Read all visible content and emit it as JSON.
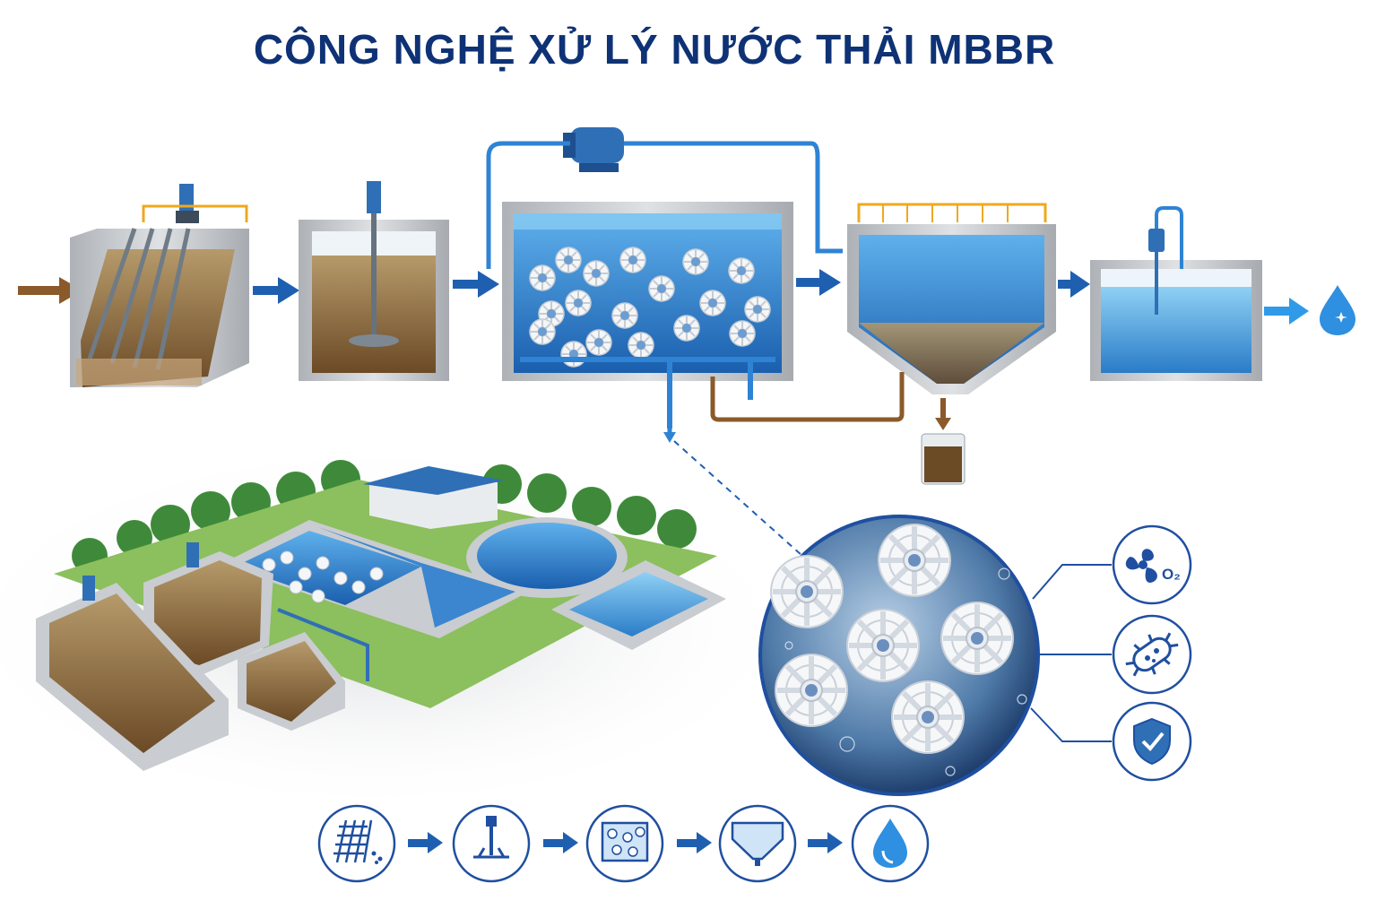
{
  "title": "CÔNG NGHỆ XỬ LÝ NƯỚC THẢI MBBR",
  "colors": {
    "title": "#0e3275",
    "process_arrow": "#1f5fb0",
    "influent_arrow": "#8a5a2b",
    "water": "#2f7fd0",
    "concrete": "#c9ccd0",
    "sludge": "#7a5530",
    "railing": "#f0a81e",
    "icon_stroke": "#1f4fa0"
  },
  "process_steps": [
    {
      "id": "screening",
      "icon": "bar-screen-icon"
    },
    {
      "id": "equalization",
      "icon": "mixer-icon"
    },
    {
      "id": "mbbr_reactor",
      "icon": "biomedia-tank-icon"
    },
    {
      "id": "clarifier",
      "icon": "settling-cone-icon"
    },
    {
      "id": "clean_water",
      "icon": "water-drop-icon"
    }
  ],
  "media_benefits": [
    {
      "icon": "aeration-oxygen-icon",
      "text": "O₂"
    },
    {
      "icon": "bacteria-icon"
    },
    {
      "icon": "shield-check-icon"
    }
  ],
  "bottom_flow_icons": [
    "bar-screen-icon",
    "mixer-icon",
    "biomedia-tank-icon",
    "settling-cone-icon",
    "water-drop-icon"
  ]
}
